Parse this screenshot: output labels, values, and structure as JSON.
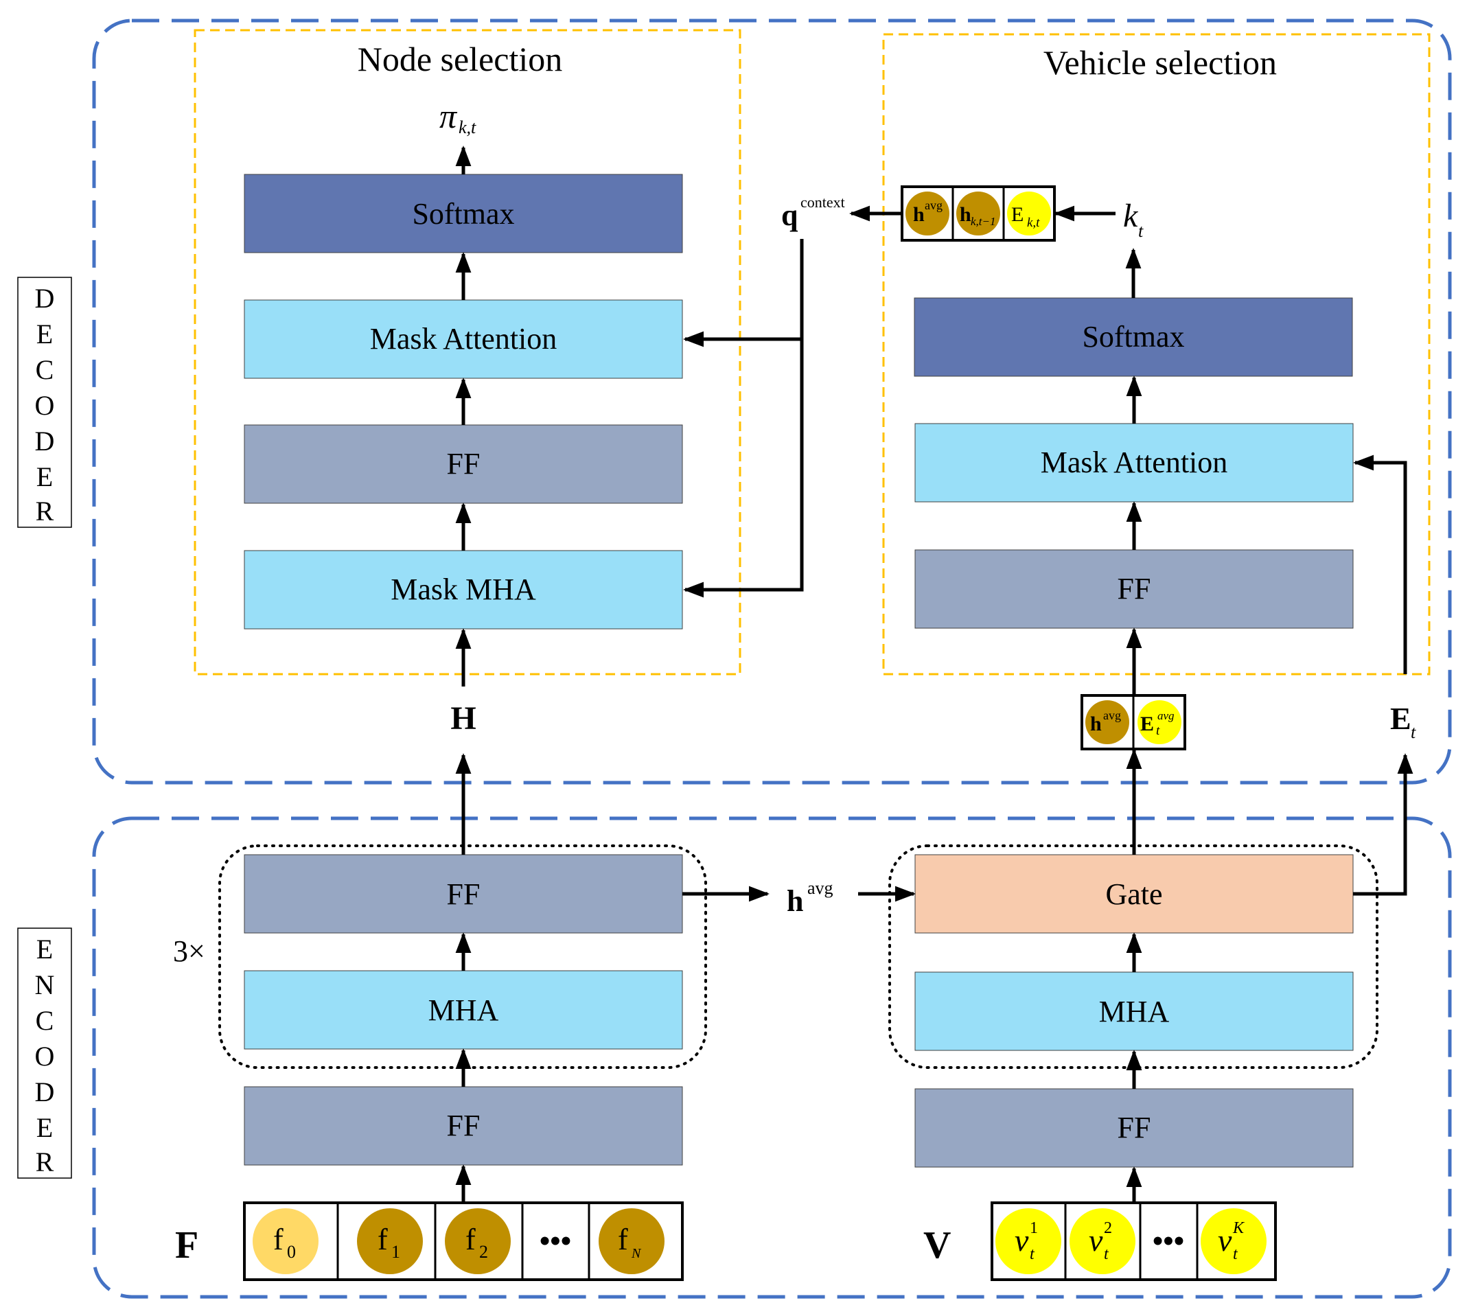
{
  "decoder_label": [
    "D",
    "E",
    "C",
    "O",
    "D",
    "E",
    "R"
  ],
  "encoder_label": [
    "E",
    "N",
    "C",
    "O",
    "D",
    "E",
    "R"
  ],
  "node_selection": {
    "title": "Node selection",
    "output_symbol": "π",
    "output_sub": "k,t",
    "softmax": "Softmax",
    "mask_attention": "Mask Attention",
    "ff": "FF",
    "mask_mha": "Mask MHA"
  },
  "vehicle_selection": {
    "title": "Vehicle selection",
    "softmax": "Softmax",
    "mask_attention": "Mask Attention",
    "ff": "FF"
  },
  "context": {
    "q": "q",
    "q_sup": "context",
    "k": "k",
    "k_sub": "t",
    "cells": [
      {
        "main": "h",
        "sup": "avg",
        "sub": "",
        "color": "#bf8f00"
      },
      {
        "main": "h",
        "sup": "",
        "sub": "k,t−1",
        "color": "#bf8f00"
      },
      {
        "main": "E",
        "sup": "",
        "sub": "k,t",
        "color": "#ffff00"
      }
    ]
  },
  "decoder_inputs": {
    "H": "H",
    "E": "E",
    "E_sub": "t",
    "concat": [
      {
        "main": "h",
        "sup": "avg",
        "color": "#bf8f00"
      },
      {
        "main": "E",
        "sup": "avg",
        "sub": "t",
        "color": "#ffff00"
      }
    ]
  },
  "node_encoder": {
    "ff_top": "FF",
    "mha": "MHA",
    "ff_bottom": "FF",
    "repeat": "3×",
    "input_label": "F",
    "inputs": [
      {
        "main": "f",
        "sub": "0",
        "color": "#ffd966"
      },
      {
        "main": "f",
        "sub": "1",
        "color": "#bf8f00"
      },
      {
        "main": "f",
        "sub": "2",
        "color": "#bf8f00"
      },
      {
        "main": "•••",
        "sub": "",
        "color": ""
      },
      {
        "main": "f",
        "sub": "N",
        "color": "#bf8f00"
      }
    ]
  },
  "havg": {
    "main": "h",
    "sup": "avg"
  },
  "vehicle_encoder": {
    "gate": "Gate",
    "mha": "MHA",
    "ff": "FF",
    "input_label": "V",
    "inputs": [
      {
        "main": "v",
        "sup": "1",
        "sub": "t",
        "color": "#ffff00"
      },
      {
        "main": "v",
        "sup": "2",
        "sub": "t",
        "color": "#ffff00"
      },
      {
        "main": "•••",
        "sup": "",
        "sub": "",
        "color": ""
      },
      {
        "main": "v",
        "sup": "K",
        "sub": "t",
        "color": "#ffff00"
      }
    ]
  },
  "colors": {
    "softmax": "#6076b0",
    "attention": "#99dff8",
    "ff": "#97a7c3",
    "gate": "#f8cbad",
    "outer_dash": "#4472c4",
    "inner_dash": "#ffc000",
    "dark_circle": "#bf8f00",
    "light_circle": "#ffd966",
    "yellow_circle": "#ffff00"
  }
}
